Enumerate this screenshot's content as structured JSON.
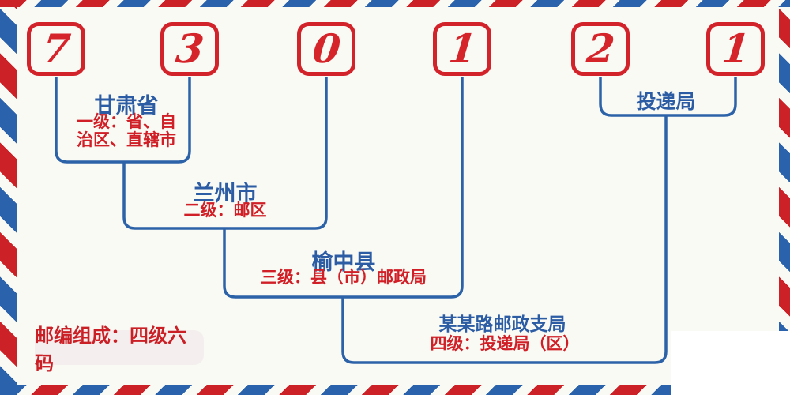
{
  "postal_code": {
    "digits": [
      "7",
      "3",
      "0",
      "1",
      "2",
      "1"
    ]
  },
  "levels": [
    {
      "name": "甘肃省",
      "desc_line1": "一级：省、自",
      "desc_line2": "治区、直辖市"
    },
    {
      "name": "兰州市",
      "desc": "二级：邮区"
    },
    {
      "name": "榆中县",
      "desc": "三级：县（市）邮政局"
    },
    {
      "name": "某某路邮政支局",
      "desc": "四级：投递局（区）"
    },
    {
      "name": "投递局"
    }
  ],
  "footer_badge": {
    "label": "邮编组成：四级六码"
  },
  "colors": {
    "stripe_red": "#cd2128",
    "stripe_blue": "#2a62ab",
    "digit_red": "#d6242b",
    "line_blue": "#2c62a8",
    "name_blue": "#2b5ca4",
    "desc_red": "#d01f26",
    "background": "#fafaf5",
    "badge_background": "#f4efee"
  }
}
